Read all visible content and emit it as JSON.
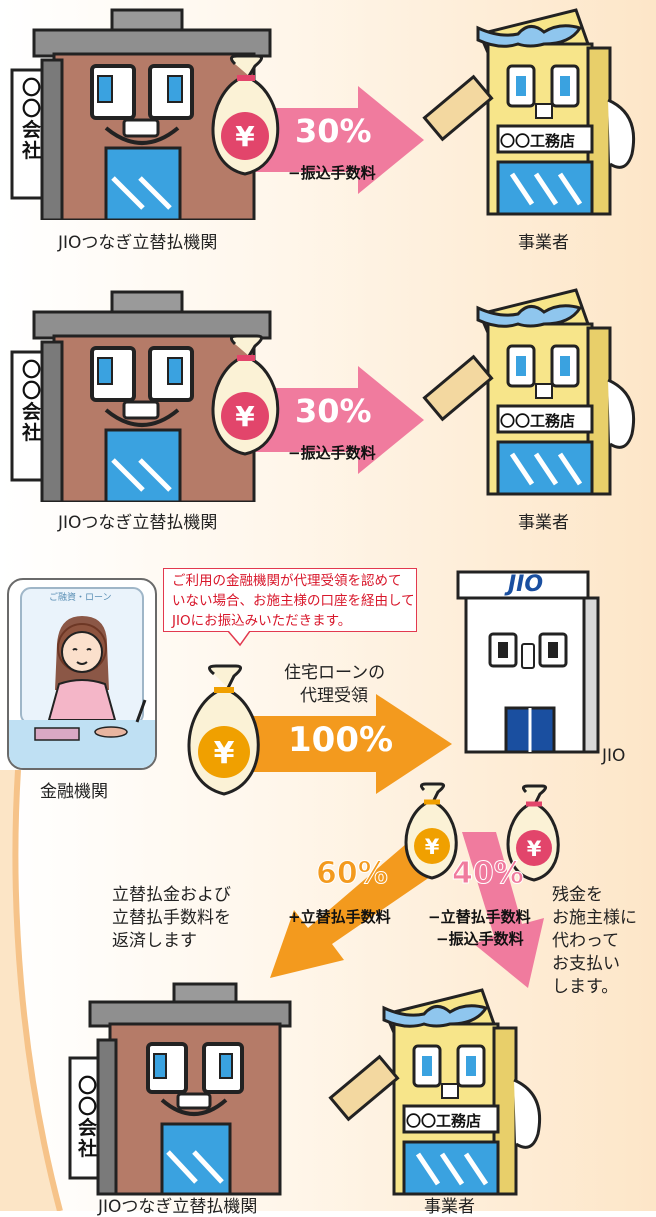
{
  "section1": {
    "left_label": "JIOつなぎ立替払機関",
    "right_label": "事業者",
    "percent": "30%",
    "fee": "−振込手数料",
    "building_sign": "〇〇会社",
    "shop_sign": "〇〇工務店"
  },
  "section2": {
    "left_label": "JIOつなぎ立替払機関",
    "right_label": "事業者",
    "percent": "30%",
    "fee": "−振込手数料",
    "building_sign": "〇〇会社",
    "shop_sign": "〇〇工務店"
  },
  "section3": {
    "callout_lines": [
      "ご利用の金融機関が代理受領を認めて",
      "いない場合、お施主様の口座を経由して",
      "JIOにお振込みいただきます。"
    ],
    "bank_sign": "ご融資・ローン",
    "bank_label": "金融機関",
    "loan_lines": [
      "住宅ローンの",
      "代理受領"
    ],
    "main_percent": "100%",
    "jio_logo": "JIO",
    "jio_label": "JIO",
    "left_percent": "60%",
    "left_fee": "+立替払手数料",
    "right_percent": "40%",
    "right_fee_lines": [
      "−立替払手数料",
      "−振込手数料"
    ],
    "repay_lines": [
      "立替払金および",
      "立替払手数料を",
      "返済します"
    ],
    "balance_lines": [
      "残金を",
      "お施主様に",
      "代わって",
      "お支払い",
      "します。"
    ],
    "left_label": "JIOつなぎ立替払機関",
    "right_label": "事業者",
    "building_sign": "〇〇会社",
    "shop_sign": "〇〇工務店"
  },
  "colors": {
    "pink_arrow": "#f07b9e",
    "orange_arrow": "#f39a1e",
    "bag": "#fbf2d6",
    "yen_pink": "#e2456b",
    "yen_orange": "#f0a000",
    "brick": "#b07a6a",
    "shop": "#f7e58a",
    "jio_blue": "#1a4fa0"
  }
}
